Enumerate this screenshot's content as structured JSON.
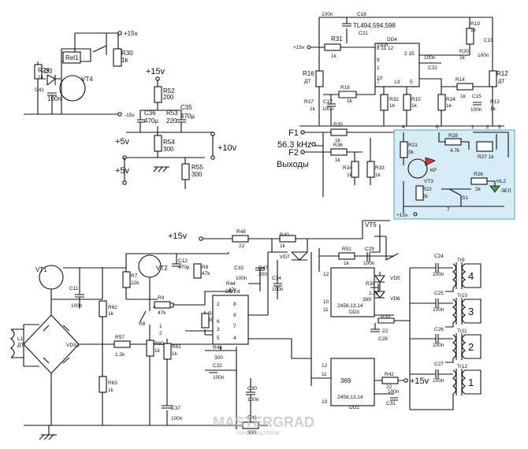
{
  "relay": {
    "label": "Rel1",
    "r30": "R30",
    "r30v": "1k",
    "plus15": "+15v",
    "r29": "R29",
    "r29v": "1k",
    "d3": "D3",
    "c41": "C41",
    "vt4": "VT4",
    "c4cap": "100n",
    "minus15": "-15v"
  },
  "power": {
    "plus15": "+15v",
    "r52": "R52",
    "r52v": "200",
    "c36": "C36",
    "c36v": "470µ",
    "r53": "R53",
    "r53v": "220",
    "c35": "C35",
    "c35v": "470µ",
    "r54": "R54",
    "r54v": "300",
    "r55": "R55",
    "r55v": "300",
    "plus5a": "+5v",
    "plus5b": "+5v",
    "plus10": "+10v"
  },
  "dd4": {
    "c18v": "100n",
    "c18": "C18",
    "chip": "TL494,594,598",
    "c21": "C21",
    "dd4": "DD4",
    "pin8": "8 11 12",
    "pin215": "2 15",
    "pin9": "9",
    "pin1": "1",
    "pin10": "10",
    "pin7": "7",
    "pin13": "13",
    "pin5": "5",
    "c20v": "100n",
    "plus15": "+15v",
    "r31": "R31",
    "r31v": "1k",
    "r19": "R19",
    "r19v": "1k",
    "c19": "C19",
    "c19v": "100n",
    "r20": "R20",
    "r20v": "1k",
    "c22v": "100n",
    "c22": "C22",
    "r16": "R16",
    "r16v": "ДТ",
    "r12": "R12",
    "r12v": "ДТ",
    "r18": "R18",
    "r18v": "1k",
    "r17": "R17",
    "r17v": "1k",
    "c17": "C17",
    "c17v": "100n",
    "r32": "R32",
    "r32v": "1k",
    "r15": "R15",
    "r15v": "1k",
    "r14": "R14",
    "r14v": "1k",
    "r24": "R24",
    "r24v": "1k",
    "c15": "C15",
    "c15v": "100n",
    "r13": "R13",
    "r13v": "1k"
  },
  "outputs": {
    "f1": "F1",
    "freq": "56.3 kHz",
    "f2": "F2",
    "title": "Выходы",
    "r35": "R35",
    "r35v": "1k",
    "r36": "R36",
    "r36v": "1k",
    "r34": "R34",
    "r34v": "1k",
    "r33": "R33",
    "r33v": "1k"
  },
  "panel": {
    "pin4": "4",
    "pin6": "6",
    "pin1": "1",
    "pin2": "2",
    "pin3": "3",
    "pin7": "7",
    "r21": "R21",
    "r21v": "3k",
    "r28": "R28",
    "r28v": "4.7k",
    "r27": "R27  1k",
    "kr": "КР",
    "vt3": "VT3",
    "r22": "R22",
    "r22v": "2k",
    "r26": "R26",
    "r26v": "2k",
    "hl2": "HL2",
    "zel": "ЗЕЛ",
    "s1": "S1",
    "plus15": "+15v"
  },
  "input": {
    "vt1": "VT1",
    "c11": "C11",
    "c11v": "100n",
    "r62a": "R62",
    "r62av": "1k",
    "vds1": "VDS1",
    "r57": "R57",
    "r57v": "1.2k",
    "l1": "L1",
    "l1v": "ДТ",
    "r63": "R63",
    "r63v": "1k"
  },
  "mid": {
    "plus15": "+15v",
    "r48": "R48",
    "r48v": "22",
    "vt2": "VT2",
    "c12": "C12",
    "c12v": "470µ",
    "r8": "R8",
    "r8v": "47k",
    "r7": "R7",
    "r7v": "22k",
    "r9": "R9",
    "r9v": "47k",
    "r8b": "R8",
    "pin1": "1",
    "pin2": "2",
    "r60": "R60",
    "r60v": "1k",
    "r61": "R61",
    "r61v": "1k",
    "c37": "C37",
    "c37v": "100n",
    "r45": "R45",
    "r45v": "300",
    "dd1p2": "2",
    "dd1p8": "8",
    "dd1p9": "9",
    "dd1p6": "6",
    "dd1p7": "7",
    "dd1p3": "3",
    "dd1p5": "5",
    "dd1p4": "4",
    "dd14": "DD1.4",
    "c33": "C33",
    "c33v": "100n",
    "r4x": "R44",
    "r4xv": "47k",
    "r47": "R47",
    "r47v": "200",
    "c34": "C34",
    "c34v": "100n",
    "r46": "R46",
    "r46v": "300",
    "c32": "C32",
    "c32v": "100n",
    "c30": "C30",
    "c30v": "100n",
    "r41": "R41",
    "r41v": "300"
  },
  "dd3": {
    "r40": "R40",
    "r40v": "1k",
    "vd7": "VD7",
    "vt5": "VT5",
    "r51": "R51",
    "r51v": "1k",
    "c29": "C29",
    "c29v": "100n",
    "p12": "12",
    "p10": "10",
    "p11": "11",
    "p369": "369",
    "pins": "2458,13,14",
    "dd3": "DD3",
    "vd5": "VD5",
    "r38": "R38",
    "r38v": "1.2k",
    "vd6": "VD6",
    "r39": "R39",
    "r39v": "22",
    "c28": "C28"
  },
  "dd2": {
    "p12": "12",
    "p11": "11",
    "p10": "10",
    "p369": "369",
    "pins": "2458,13,14",
    "dd2": "DD2",
    "r42": "R42",
    "r42v": "22",
    "plus15": "+15v",
    "c31v": "100n",
    "c31": "C31"
  },
  "tr": {
    "c24": "C24",
    "c24v": "100n",
    "c25": "C25",
    "c25v": "100n",
    "c26": "C26",
    "c26v": "100n",
    "c27": "C27",
    "c27v": "100n",
    "tr9": "Tr9",
    "tr10": "Tr10",
    "tr11": "Tr11",
    "tr12": "Tr12",
    "n4": "4",
    "n3": "3",
    "n2": "2",
    "n1": "1"
  },
  "watermark": {
    "text": "MASTERGRAD",
    "sub": "ГОРОД МАСТЕРОВ"
  }
}
